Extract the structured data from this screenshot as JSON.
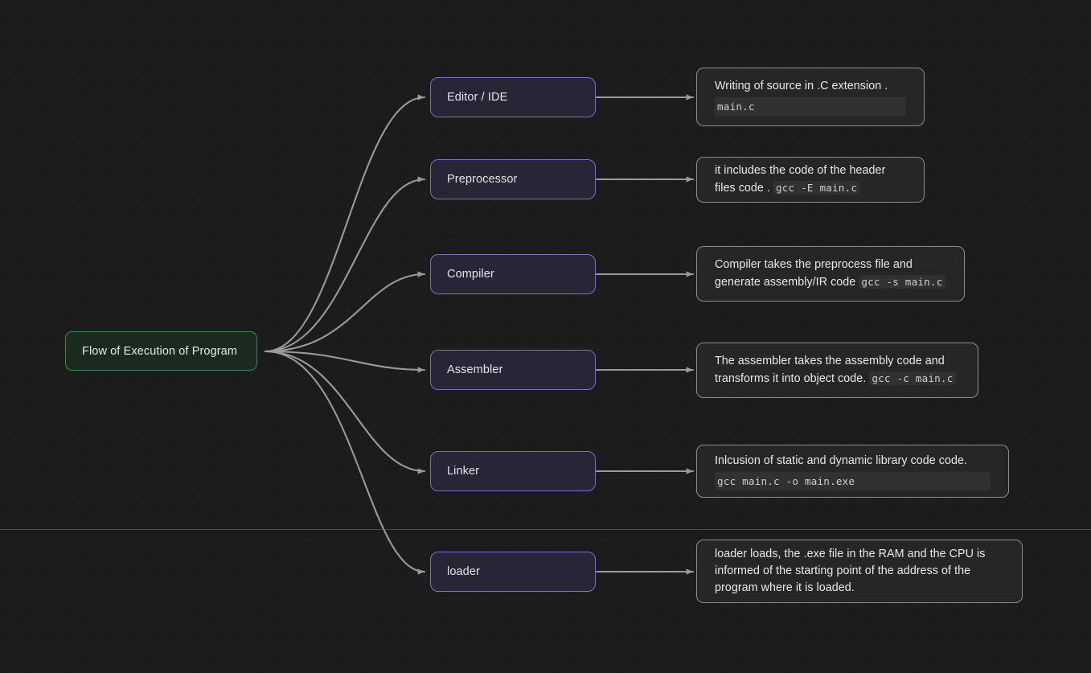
{
  "diagram": {
    "title": "Flow of Execution of Program",
    "colors": {
      "canvas_background": "#1c1c1c",
      "root_border": "#2f8f4f",
      "root_fill": "#1b2a1e",
      "stage_border": "#7e6ec4",
      "stage_fill": "#2a2437",
      "description_border": "#8d8d8d",
      "description_fill": "#262626",
      "edge": "#9a9a9a",
      "text": "#e9e9e9"
    },
    "root": {
      "label": "Flow of Execution of Program"
    },
    "stages": [
      {
        "id": "editor",
        "label": "Editor / IDE",
        "description": {
          "lines": [
            {
              "text": "Writing of source in .C extension .",
              "type": "text"
            }
          ],
          "code_block": "main.c",
          "inline_code": ""
        }
      },
      {
        "id": "preprocessor",
        "label": "Preprocessor",
        "description": {
          "lines": [
            {
              "text": "it includes the code of the header",
              "type": "text"
            },
            {
              "text": "files code .",
              "type": "text"
            }
          ],
          "code_block": "",
          "inline_code": "gcc -E main.c"
        }
      },
      {
        "id": "compiler",
        "label": "Compiler",
        "description": {
          "lines": [
            {
              "text": "Compiler takes the preprocess file and",
              "type": "text"
            },
            {
              "text": "generate assembly/IR code",
              "type": "text"
            }
          ],
          "code_block": "",
          "inline_code": "gcc -s main.c"
        }
      },
      {
        "id": "assembler",
        "label": "Assembler",
        "description": {
          "lines": [
            {
              "text": "The assembler takes the assembly code and",
              "type": "text"
            },
            {
              "text": "transforms it into object code.",
              "type": "text"
            }
          ],
          "code_block": "",
          "inline_code": "gcc -c main.c"
        }
      },
      {
        "id": "linker",
        "label": "Linker",
        "description": {
          "lines": [
            {
              "text": "Inlcusion of static and dynamic library code code.",
              "type": "text"
            }
          ],
          "code_block": "gcc main.c -o main.exe",
          "inline_code": ""
        }
      },
      {
        "id": "loader",
        "label": "loader",
        "description": {
          "lines": [
            {
              "text": "loader loads, the .exe file in the RAM and the CPU is",
              "type": "text"
            },
            {
              "text": "informed of the starting point of the address of the",
              "type": "text"
            },
            {
              "text": "program where it is loaded.",
              "type": "text"
            }
          ],
          "code_block": "",
          "inline_code": ""
        }
      }
    ]
  }
}
